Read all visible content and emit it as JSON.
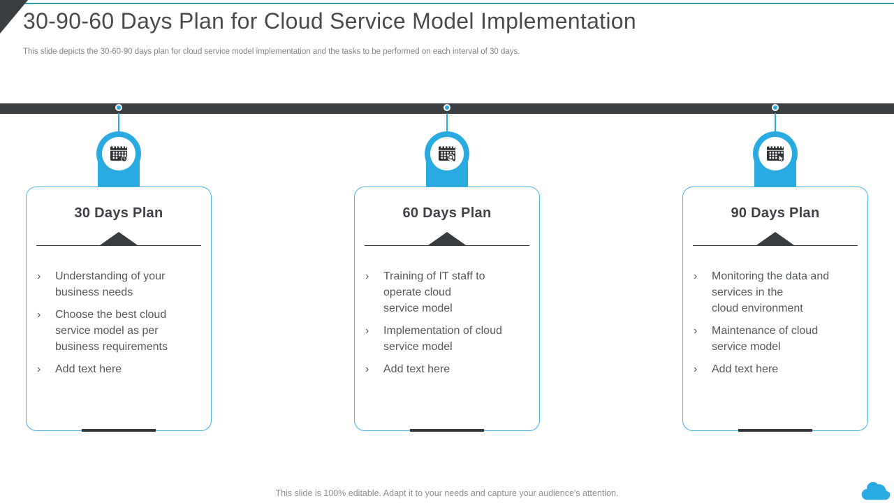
{
  "page": {
    "title": "30-90-60 Days Plan for Cloud Service Model Implementation",
    "subtitle": "This slide depicts the 30-60-90 days plan for cloud service model implementation and the tasks to be performed on each interval of 30 days.",
    "footer": "This slide is 100% editable. Adapt it to your needs and capture your audience's attention."
  },
  "bullet_marker": "›",
  "columns": [
    {
      "title": "30 Days Plan",
      "icon": "calendar-clock-icon",
      "bullets": [
        "Understanding of your\nbusiness needs",
        "Choose the best cloud\nservice model as per\nbusiness requirements",
        "Add text here"
      ]
    },
    {
      "title": "60 Days Plan",
      "icon": "calendar-search-icon",
      "bullets": [
        "Training of IT staff to\noperate cloud\nservice model",
        "Implementation of cloud\nservice model",
        "Add text here"
      ]
    },
    {
      "title": "90 Days Plan",
      "icon": "calendar-pointer-icon",
      "bullets": [
        "Monitoring the data and\nservices in the\ncloud environment",
        "Maintenance of cloud\nservice model",
        "Add text here"
      ]
    }
  ],
  "colors": {
    "accent_blue": "#29ABE2",
    "bar_dark": "#3B3F42",
    "teal_line": "#2E9EA4",
    "card_border": "#45B4E0",
    "heading_text": "#474B4D",
    "body_text": "#54595C",
    "footer_text": "#8A8F92"
  }
}
